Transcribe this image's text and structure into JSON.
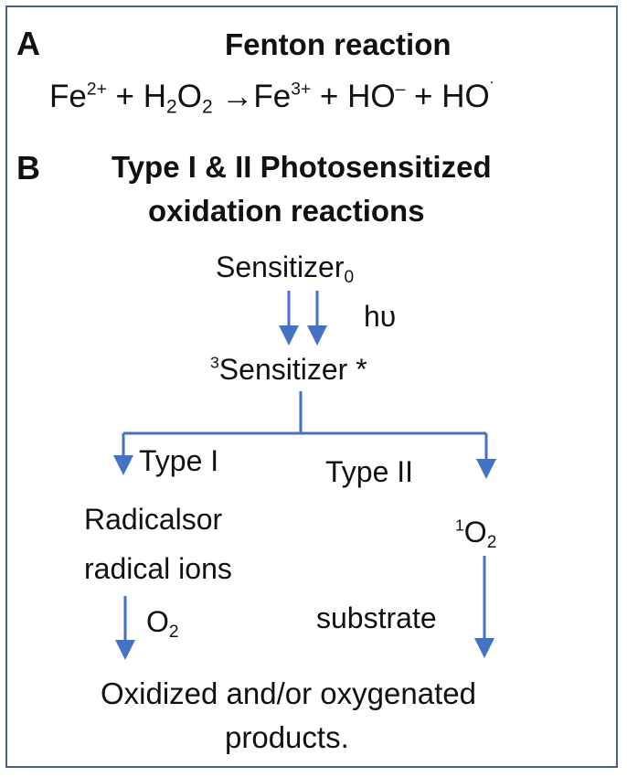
{
  "panel_a": {
    "label": "A",
    "title": "Fenton reaction",
    "equation": {
      "fe": "Fe",
      "fe2_charge": "2+",
      "plus1": "+",
      "h": "H",
      "two1": "2",
      "o": "O",
      "two2": "2",
      "arrow": "→",
      "fe_b": "Fe",
      "fe3_charge": "3+",
      "plus2": "+",
      "ho1": "HO",
      "minus": "–",
      "plus3": "+",
      "ho2": "HO",
      "dot": "˙"
    }
  },
  "panel_b": {
    "label": "B",
    "title_line1": "Type I & II Photosensitized",
    "title_line2": "oxidation reactions",
    "sensitizer0": "Sensitizer",
    "sensitizer0_sub": "0",
    "hv": "hυ",
    "triplet_sup": "3",
    "triplet": "Sensitizer *",
    "type1": "Type I",
    "type2": "Type II",
    "radicals_line1": "Radicalsor",
    "radicals_line2": "radical ions",
    "o2": "O",
    "o2_sub": "2",
    "singlet_sup": "1",
    "singlet": "O",
    "singlet_sub": "2",
    "substrate": "substrate",
    "products_line1": "Oxidized and/or oxygenated",
    "products_line2": "products."
  },
  "colors": {
    "arrow": "#4472c4",
    "border": "#4a5f8c",
    "text": "#111111"
  }
}
